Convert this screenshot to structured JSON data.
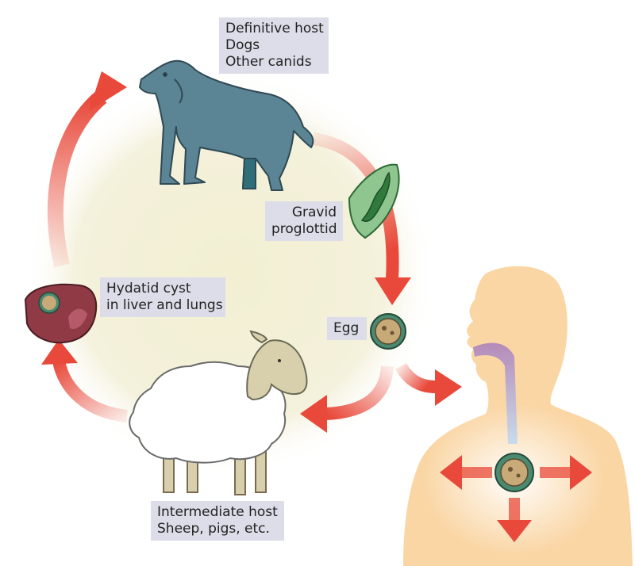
{
  "labels": {
    "definitive_host": [
      "Definitive host",
      "Dogs",
      "Other canids"
    ],
    "gravid_proglottid": [
      "Gravid",
      "proglottid"
    ],
    "egg": [
      "Egg"
    ],
    "hydatid_cyst": [
      "Hydatid cyst",
      "in liver and lungs"
    ],
    "intermediate_host": [
      "Intermediate host",
      "Sheep, pigs, etc."
    ]
  },
  "colors": {
    "arrow": "#e8493a",
    "cycle_background": "#f3f0d8",
    "label_background": "#dcdde8",
    "dog": "#5b8494",
    "human_skin": "#fad6a5",
    "proglottid": "#3a8a45",
    "cyst": "#8f3a45"
  }
}
